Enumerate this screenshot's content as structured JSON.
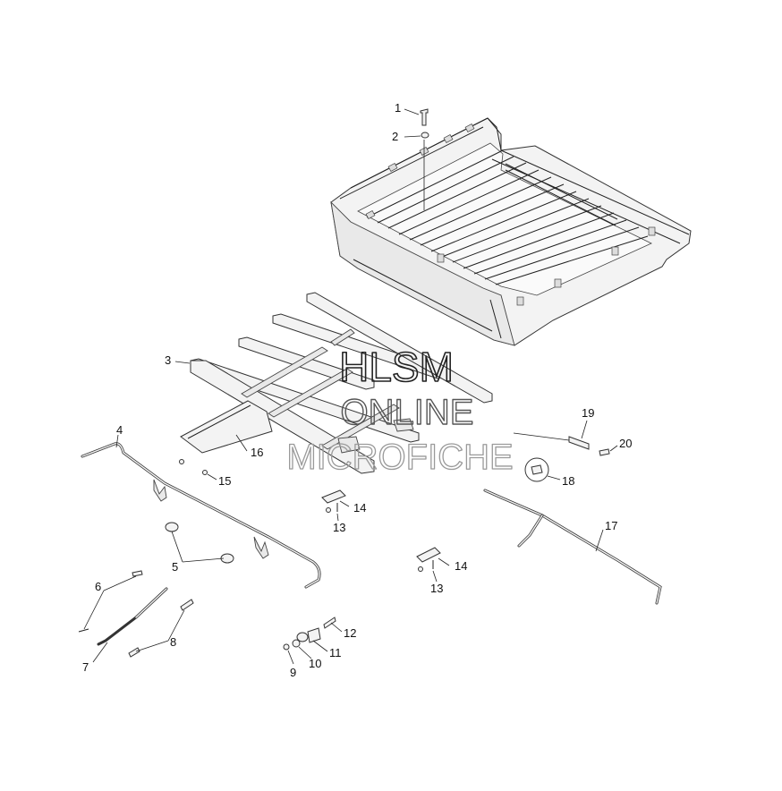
{
  "callouts": [
    "1",
    "2",
    "3",
    "4",
    "5",
    "6",
    "7",
    "8",
    "9",
    "10",
    "11",
    "12",
    "13",
    "14",
    "15",
    "16",
    "17",
    "18",
    "19",
    "20",
    "13",
    "14"
  ],
  "watermark": {
    "line1": "HLSM",
    "line2": "ONLINE",
    "line3": "MICROFICHE"
  }
}
